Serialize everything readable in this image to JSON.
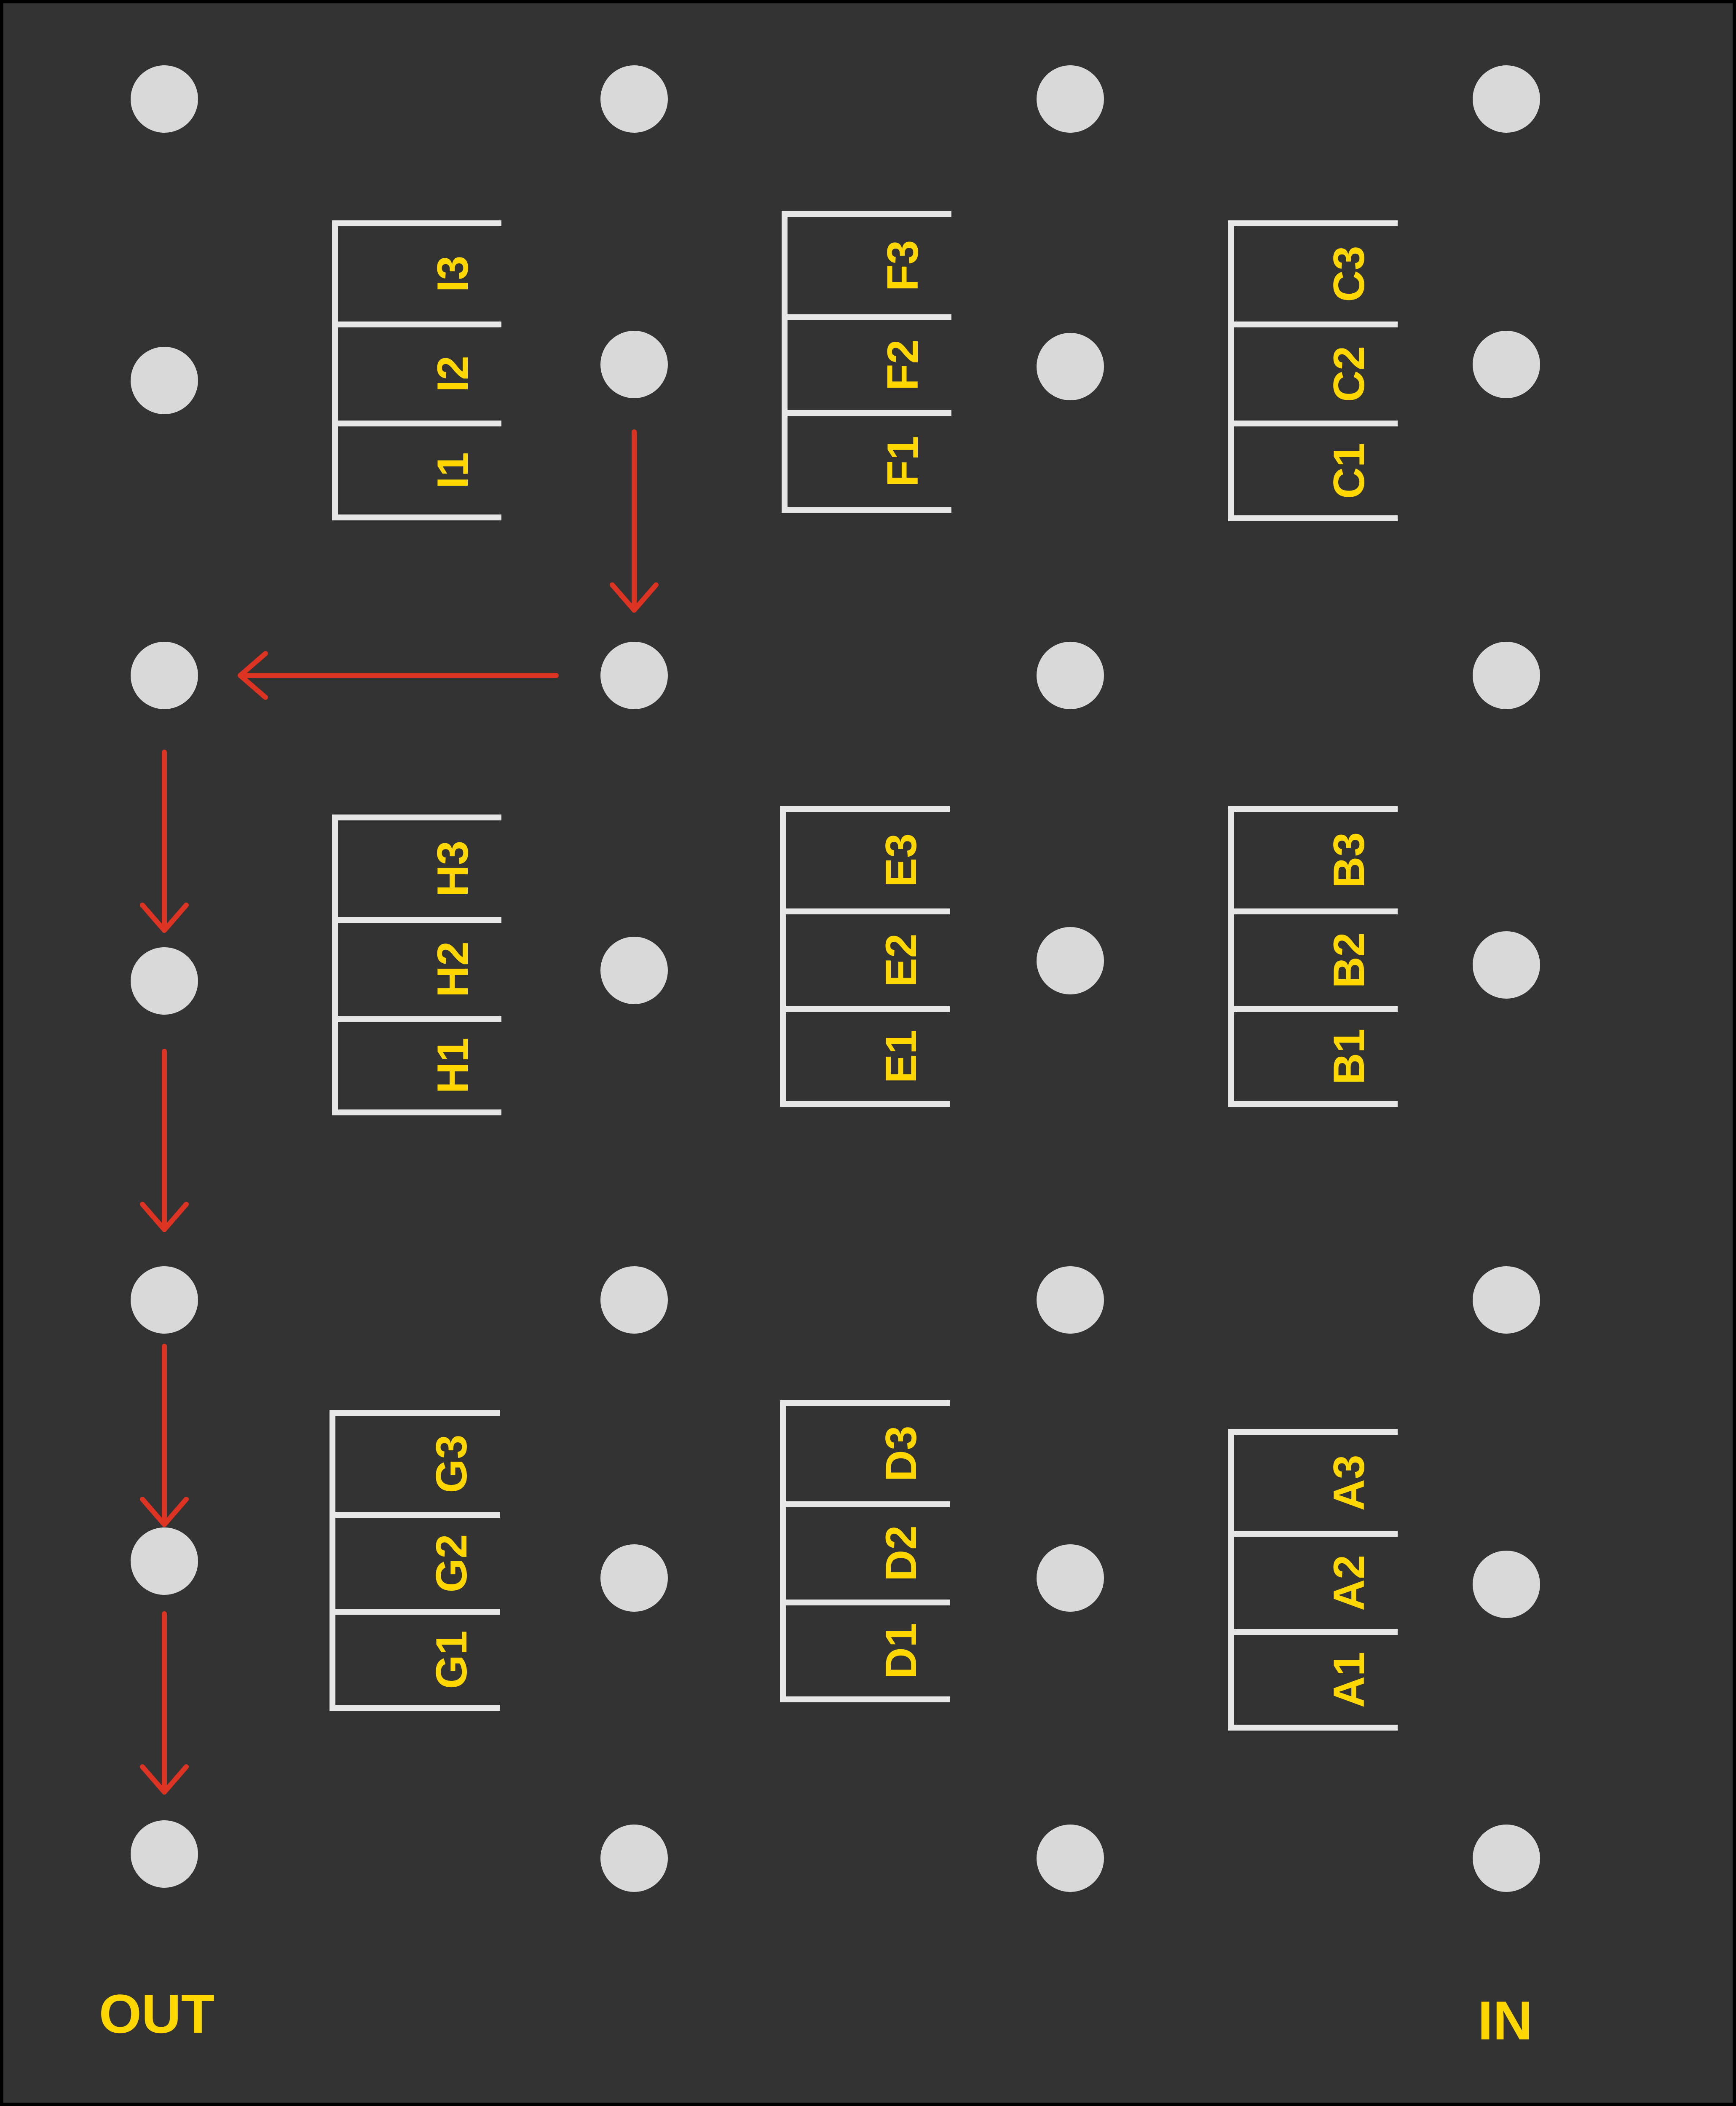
{
  "colors": {
    "background": "#333333",
    "border": "#000000",
    "node": "#d9d9d9",
    "shelf_line": "#e6e6e6",
    "label": "#ffd700",
    "path_arrow": "#dd3322"
  },
  "labels": {
    "out": "OUT",
    "in": "IN"
  },
  "shelves": [
    {
      "id": "I",
      "cells": [
        "I1",
        "I2",
        "I3"
      ]
    },
    {
      "id": "F",
      "cells": [
        "F1",
        "F2",
        "F3"
      ]
    },
    {
      "id": "C",
      "cells": [
        "C1",
        "C2",
        "C3"
      ]
    },
    {
      "id": "H",
      "cells": [
        "H1",
        "H2",
        "H3"
      ]
    },
    {
      "id": "E",
      "cells": [
        "E1",
        "E2",
        "E3"
      ]
    },
    {
      "id": "B",
      "cells": [
        "B1",
        "B2",
        "B3"
      ]
    },
    {
      "id": "G",
      "cells": [
        "G1",
        "G2",
        "G3"
      ]
    },
    {
      "id": "D",
      "cells": [
        "D1",
        "D2",
        "D3"
      ]
    },
    {
      "id": "A",
      "cells": [
        "A1",
        "A2",
        "A3"
      ]
    }
  ],
  "path_arrows": [
    {
      "direction": "down"
    },
    {
      "direction": "left"
    },
    {
      "direction": "down"
    },
    {
      "direction": "down"
    },
    {
      "direction": "down"
    },
    {
      "direction": "down"
    }
  ]
}
